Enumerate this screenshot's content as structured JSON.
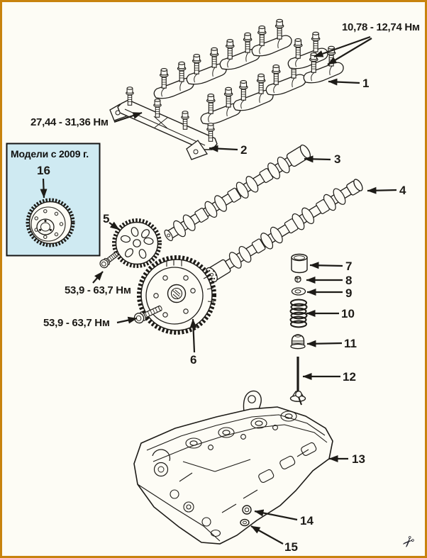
{
  "colors": {
    "paper": "#fdfcf5",
    "frame": "#c8830e",
    "ink": "#1d1b17",
    "inset": "#cfeaf2"
  },
  "inset": {
    "title": "Модели с 2009 г.",
    "callout": "16"
  },
  "torque_labels": {
    "bearing_caps": "10,78 - 12,74 Нм",
    "front_cap_bracket": "27,44 - 31,36 Нм",
    "sprocket_bolt": "53,9 - 63,7 Нм",
    "actuator_bolt": "53,9 - 63,7 Нм"
  },
  "callouts": {
    "c1": "1",
    "c2": "2",
    "c3": "3",
    "c4": "4",
    "c5": "5",
    "c6": "6",
    "c7": "7",
    "c8": "8",
    "c9": "9",
    "c10": "10",
    "c11": "11",
    "c12": "12",
    "c13": "13",
    "c14": "14",
    "c15": "15"
  },
  "icons": {
    "scissors_glyph": "✂"
  }
}
